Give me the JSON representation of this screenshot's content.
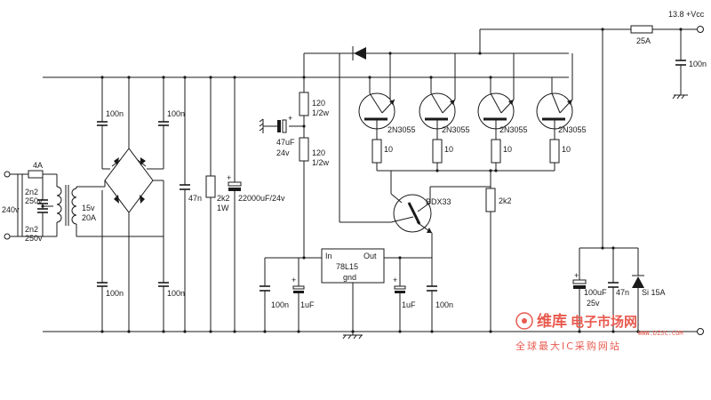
{
  "labels": {
    "vcc": "13.8 +Vcc",
    "fuse_out": "25A",
    "c_out_top": "100n",
    "fuse_in": "4A",
    "mains": "240v",
    "c_prim_top_a": "2n2",
    "c_prim_top_b": "250v",
    "c_prim_bot_a": "2n2",
    "c_prim_bot_b": "250v",
    "xfmr_v": "15v",
    "xfmr_a": "20A",
    "c_br_tl": "100n",
    "c_br_tr": "100n",
    "c_br_bl": "100n",
    "c_br_br": "100n",
    "c_47n_in": "47n",
    "r_2k2_a": "2k2",
    "r_2k2_b": "1W",
    "c_main": "22000uF/24v",
    "r_120a_a": "120",
    "r_120a_b": "1/2w",
    "c_47u_a": "47uF",
    "c_47u_b": "24v",
    "r_120b_a": "120",
    "r_120b_b": "1/2w",
    "q1": "2N3055",
    "q2": "2N3055",
    "q3": "2N3055",
    "q4": "2N3055",
    "re1": "10",
    "re2": "10",
    "re3": "10",
    "re4": "10",
    "q_drv": "BDX33",
    "r_base": "2k2",
    "reg_in": "In",
    "reg_out": "Out",
    "reg_name": "78L15",
    "reg_gnd": "gnd",
    "c_reg1": "100n",
    "c_reg2": "1uF",
    "c_reg3": "1uF",
    "c_reg4": "100n",
    "c_out_el": "100uF",
    "c_out_el_v": "25v",
    "c_out_47n": "47n",
    "tvs": "Si 15A",
    "plus": "+"
  },
  "watermark": {
    "brand": "维库",
    "title": "电子市场网",
    "url": "WWW.DZSC.COM",
    "subtitle": "全球最大IC采购网站",
    "color": "#e85a4f"
  }
}
